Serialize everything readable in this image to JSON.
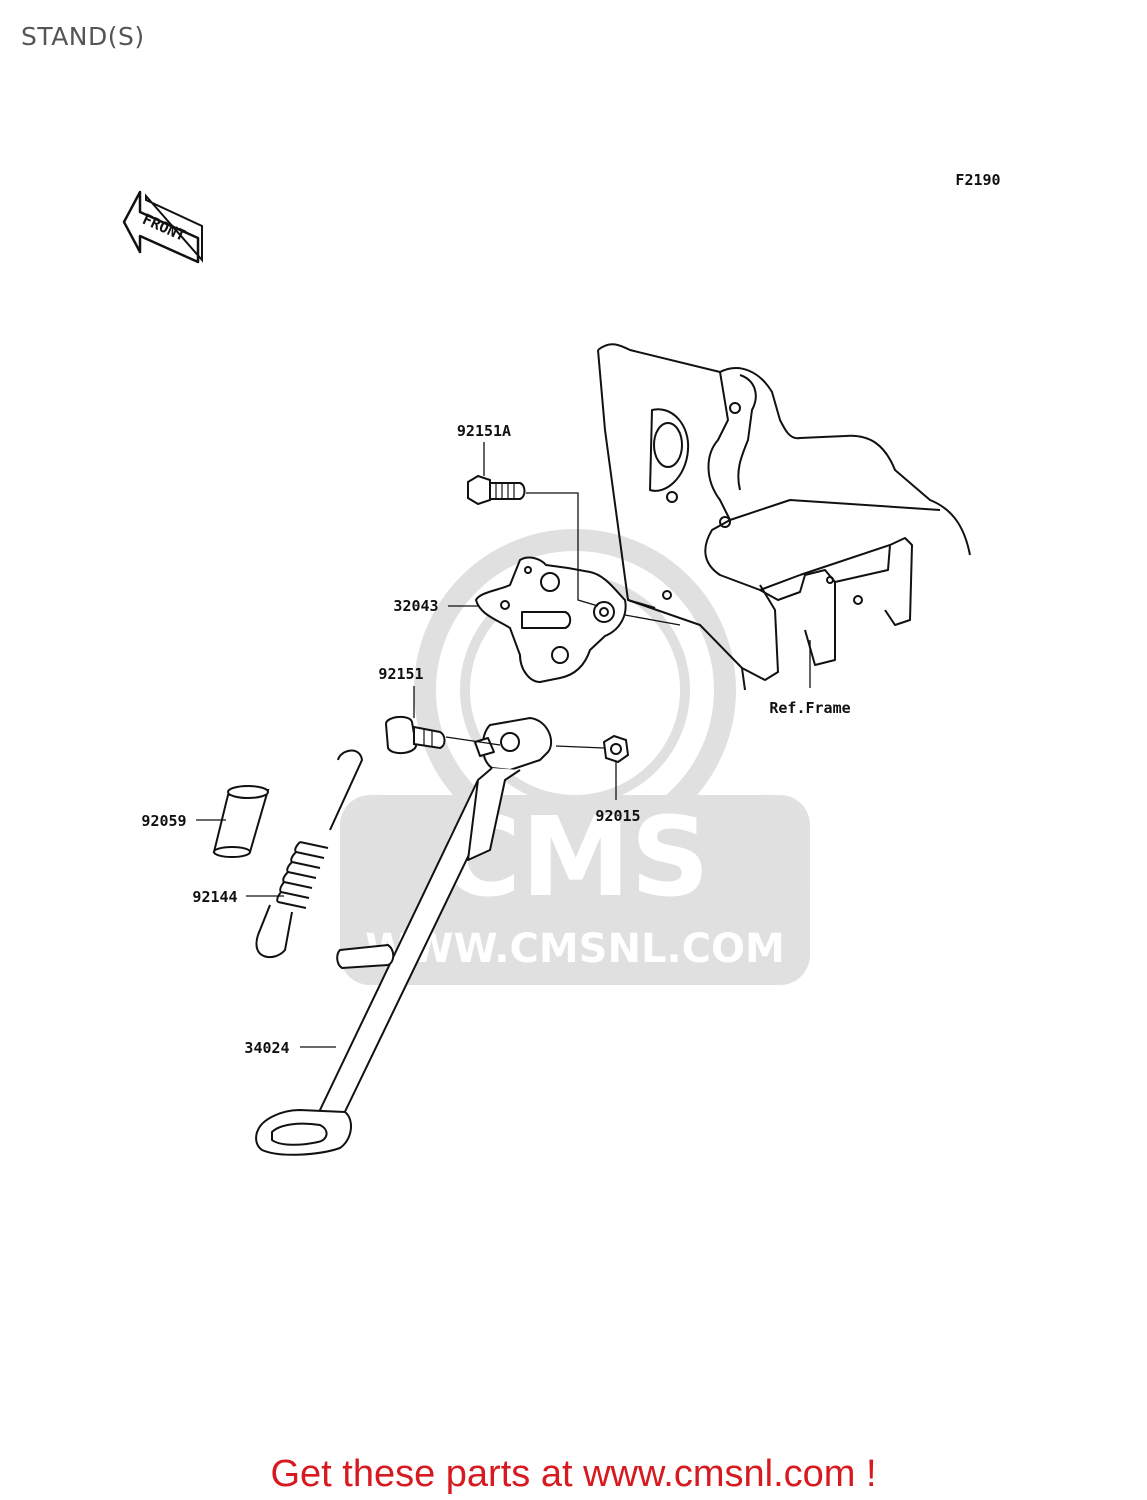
{
  "page": {
    "title": "STAND(S)"
  },
  "diagram": {
    "code": "F2190",
    "front_arrow": "FRONT",
    "parts": [
      {
        "number": "92151A"
      },
      {
        "number": "32043"
      },
      {
        "number": "92151"
      },
      {
        "number": "92015"
      },
      {
        "number": "92059"
      },
      {
        "number": "92144"
      },
      {
        "number": "34024"
      }
    ],
    "reference": "Ref.Frame"
  },
  "watermark": {
    "brand": "CMS",
    "url": "WWW.CMSNL.COM"
  },
  "footer": {
    "cta": "Get these parts at www.cmsnl.com !",
    "color": "#d71920"
  }
}
